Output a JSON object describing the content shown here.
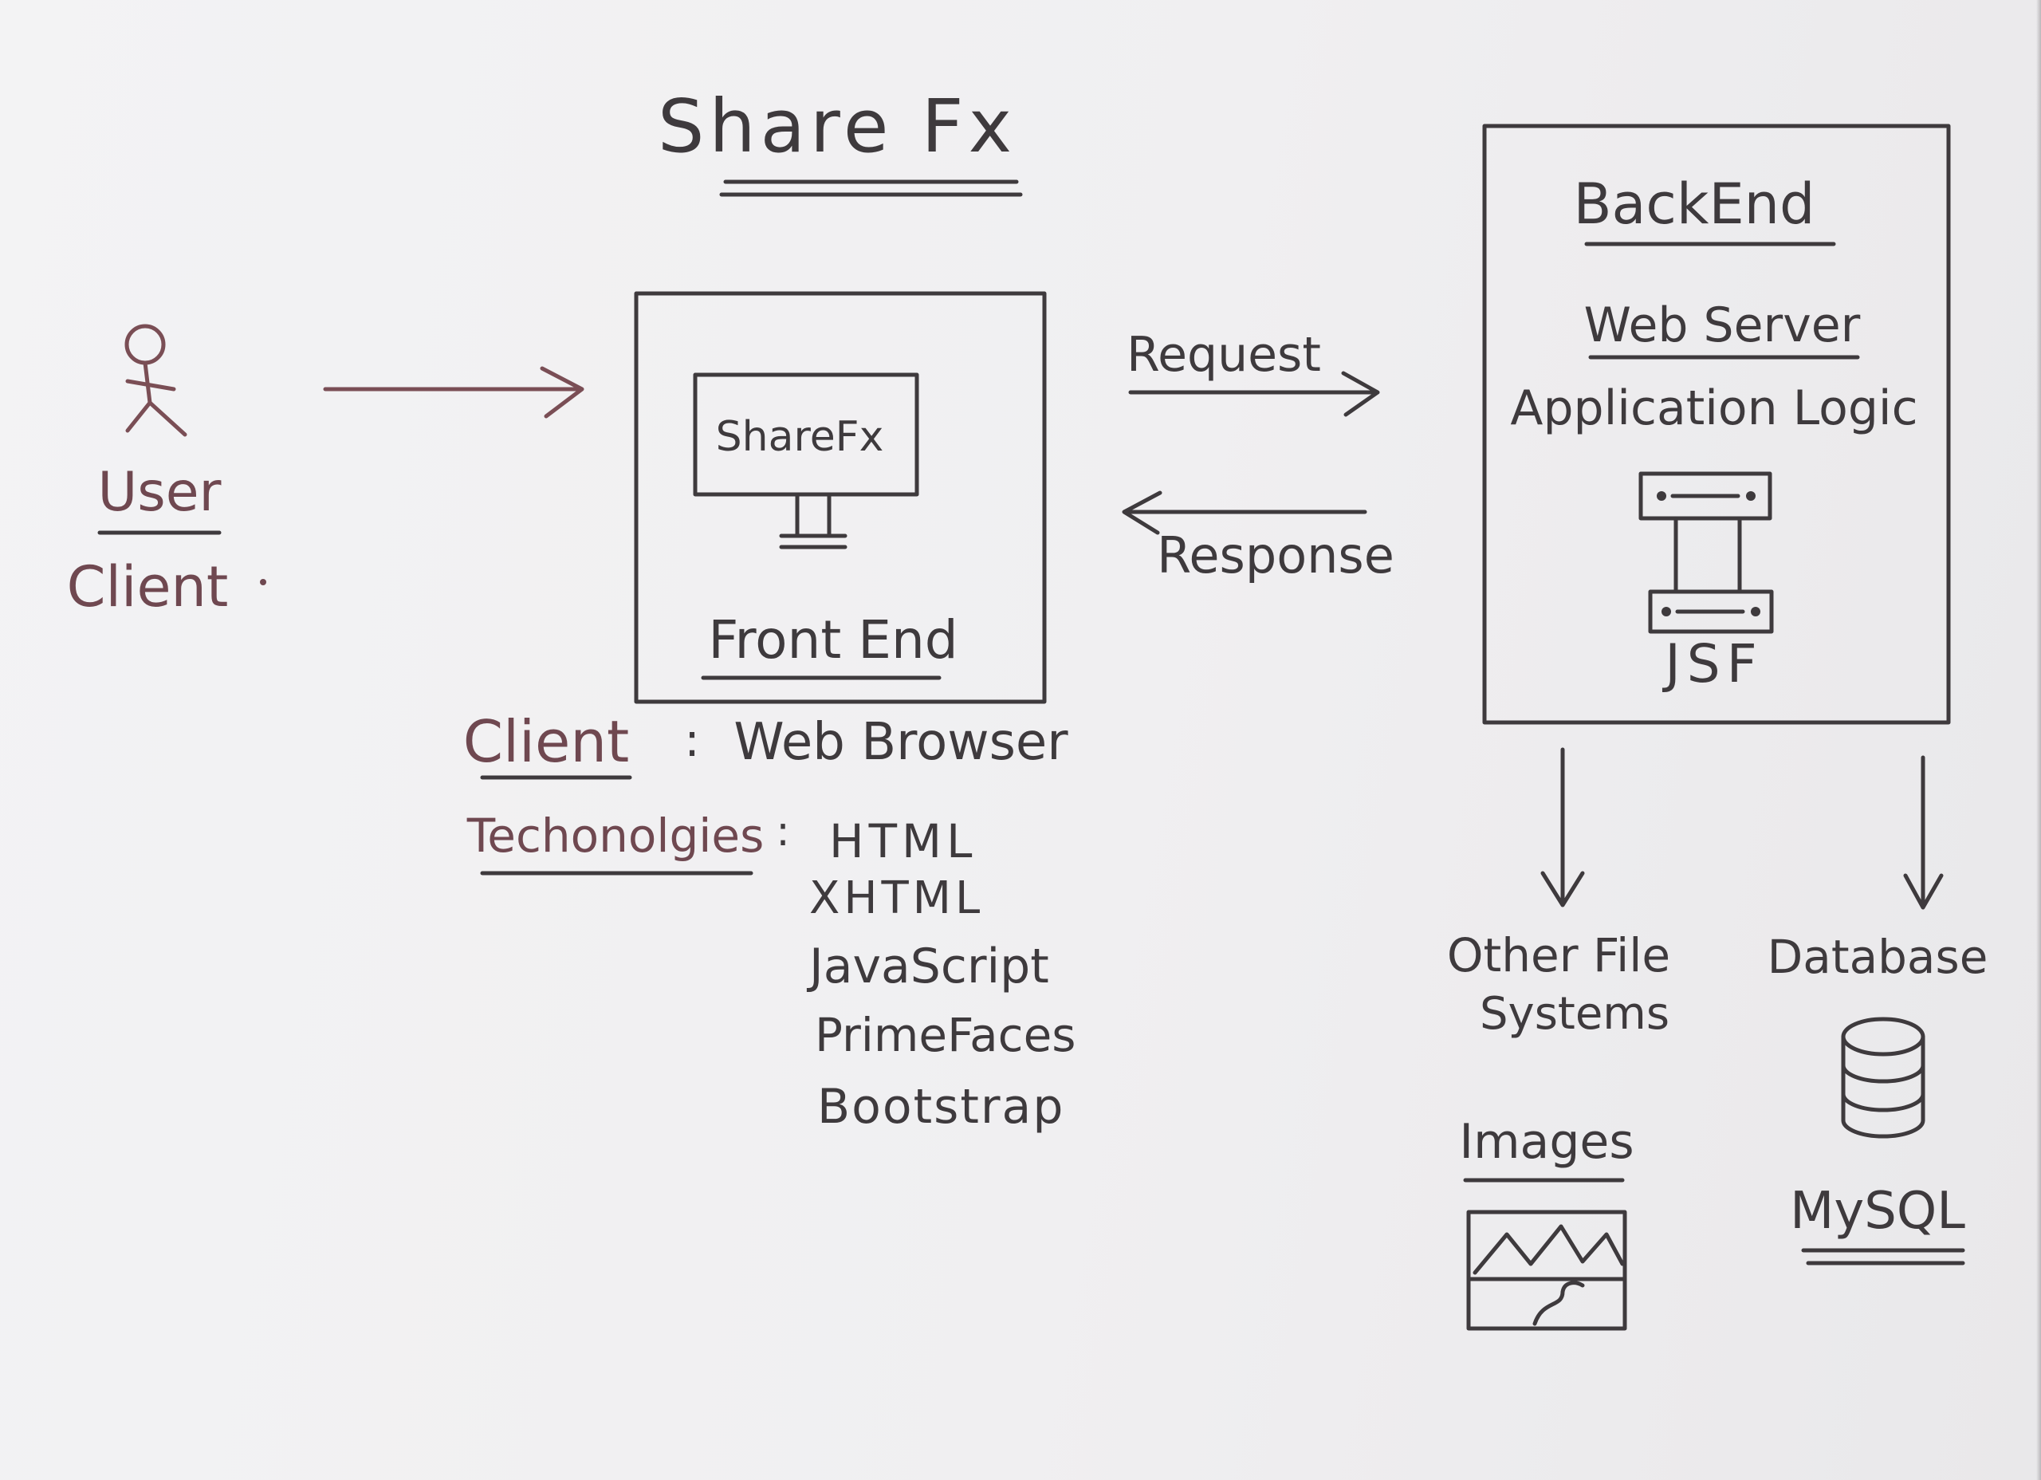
{
  "title": "Share Fx",
  "actor": {
    "label": "User",
    "sublabel": "Client"
  },
  "frontend": {
    "screen_text": "ShareFx",
    "label": "Front End"
  },
  "arrows": {
    "request": "Request",
    "response": "Response"
  },
  "client": {
    "label": "Client",
    "value": "Web Browser"
  },
  "technologies": {
    "label": "Techonolgies",
    "items": [
      "HTML",
      "XHTML",
      "JavaScript",
      "PrimeFaces",
      "Bootstrap"
    ]
  },
  "backend": {
    "label": "BackEnd",
    "web_server": "Web Server",
    "app_logic": "Application Logic",
    "framework": "JSF"
  },
  "storage": {
    "files_line1": "Other File",
    "files_line2": "Systems",
    "images": "Images",
    "database": "Database",
    "db_name": "MySQL"
  },
  "colors": {
    "ink": "#3e3a3d",
    "red_ink": "#6f4850",
    "paper": "#f1f0f1"
  }
}
